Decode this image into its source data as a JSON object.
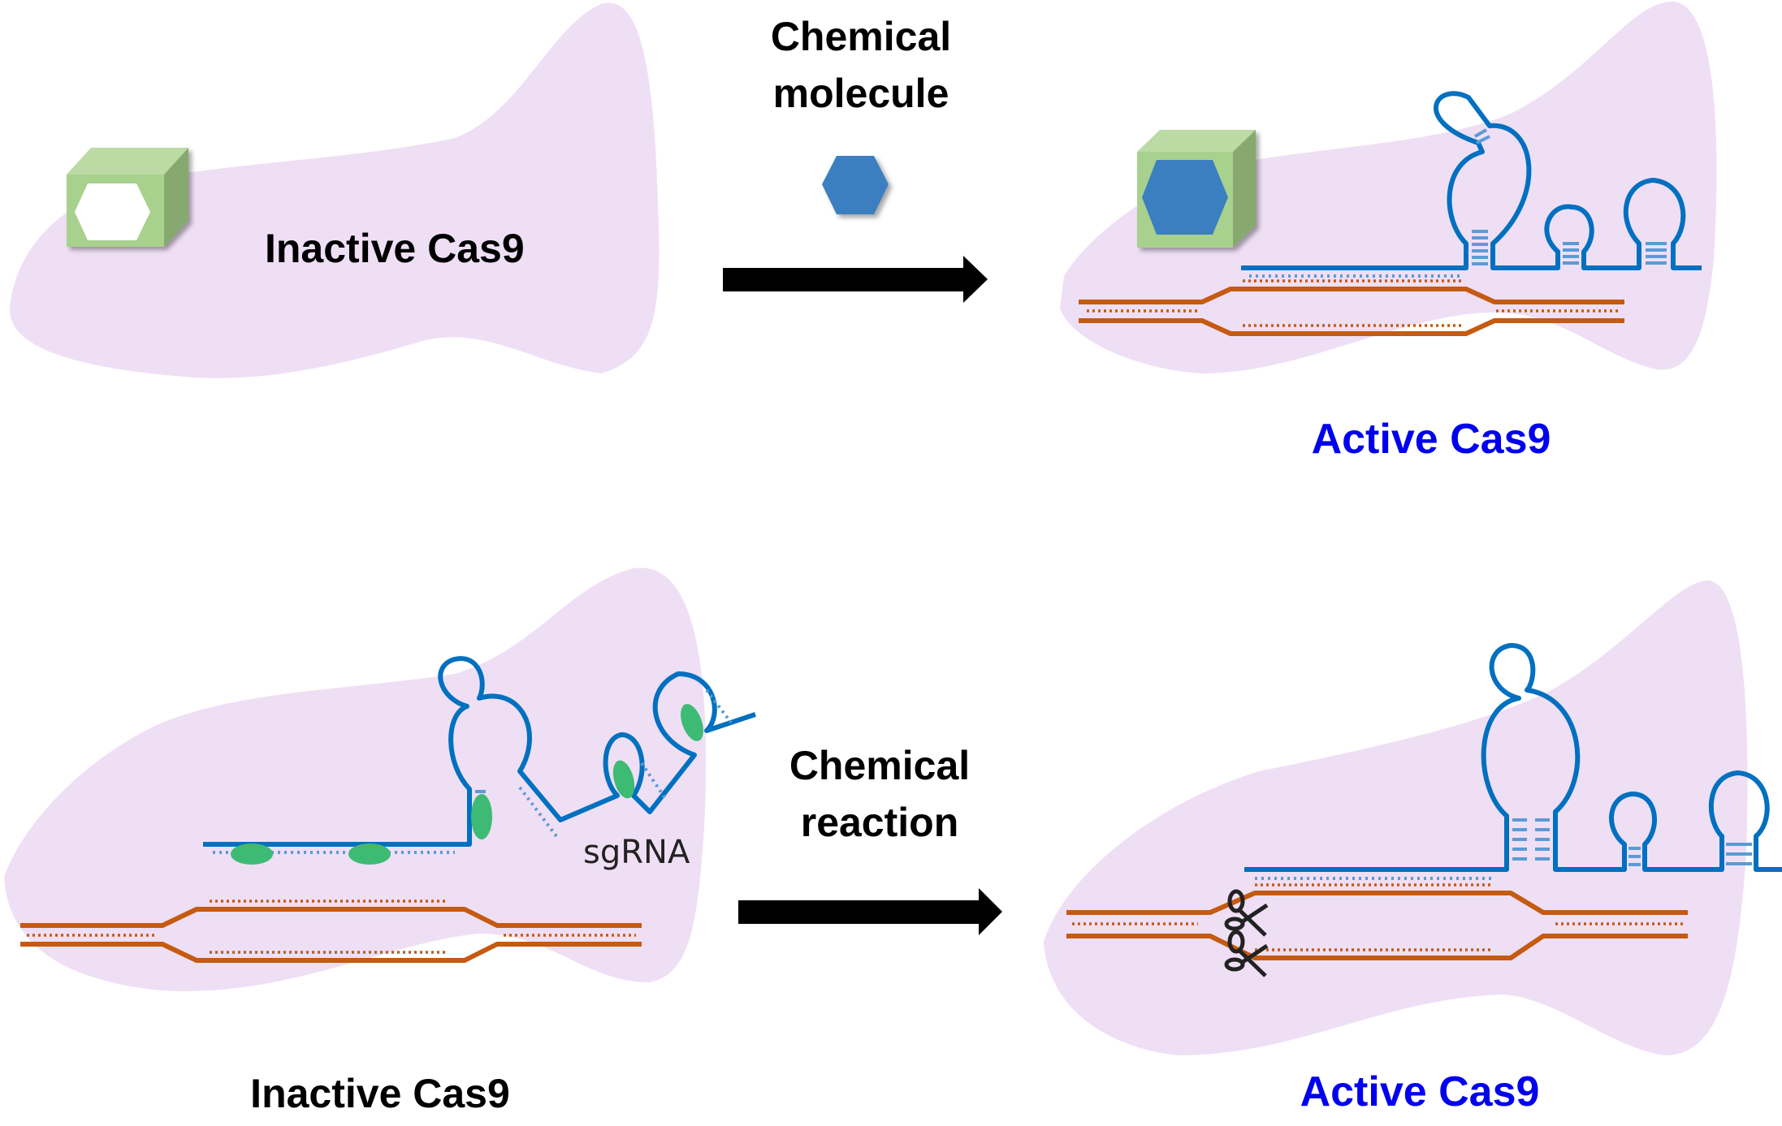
{
  "labels": {
    "top_left": "Inactive Cas9",
    "top_arrow_line1": "Chemical",
    "top_arrow_line2": "molecule",
    "top_right": "Active Cas9",
    "bottom_left": "Inactive Cas9",
    "bottom_arrow_line1": "Chemical",
    "bottom_arrow_line2": "reaction",
    "bottom_right": "Active Cas9",
    "sgrna": "sgRNA"
  },
  "colors": {
    "protein_blob": "#efdff5",
    "rna": "#0070c0",
    "rna_pairs": "#5b9bd5",
    "dna": "#c55a11",
    "molecule": "#3a7fc1",
    "cage_front": "#a9d18e",
    "cage_top": "#bbdaa4",
    "cage_side": "#87a96f",
    "blocker": "#3dbb74",
    "active_label": "#0000ee",
    "inactive_label": "#000000"
  },
  "icons": {
    "molecule": "hexagon-icon",
    "cage": "cube-cage-icon",
    "scissors": "scissors-icon",
    "arrow": "right-arrow-icon"
  }
}
